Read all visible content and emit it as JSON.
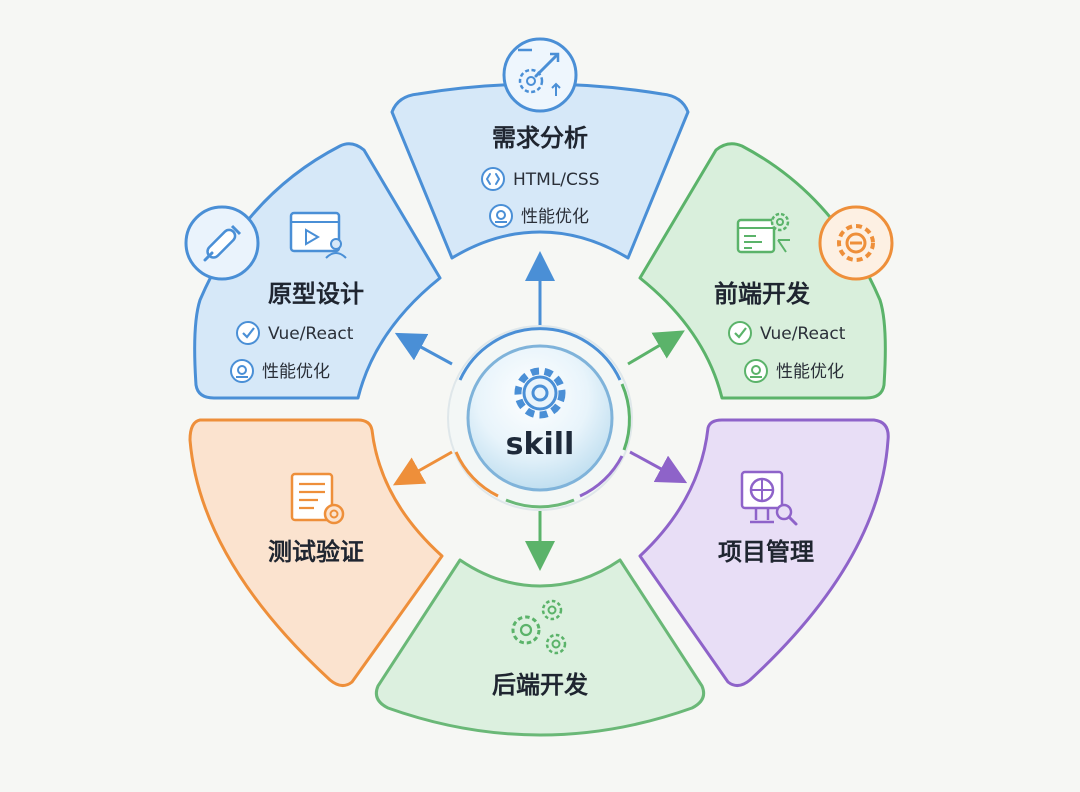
{
  "center": {
    "label": "skill"
  },
  "segments": [
    {
      "id": "requirements",
      "title": "需求分析",
      "items": [
        "HTML/CSS",
        "性能优化"
      ],
      "color": "#4a8fd6",
      "fill": "#d6e8f8"
    },
    {
      "id": "frontend",
      "title": "前端开发",
      "items": [
        "Vue/React",
        "性能优化"
      ],
      "color": "#5bb36a",
      "fill": "#d9efdc"
    },
    {
      "id": "project",
      "title": "项目管理",
      "items": [],
      "color": "#8e63c9",
      "fill": "#e8def6"
    },
    {
      "id": "backend",
      "title": "后端开发",
      "items": [],
      "color": "#6ab877",
      "fill": "#dcf0df"
    },
    {
      "id": "testing",
      "title": "测试验证",
      "items": [],
      "color": "#ee8f3a",
      "fill": "#fbe3cf"
    },
    {
      "id": "prototype",
      "title": "原型设计",
      "items": [
        "Vue/React",
        "性能优化"
      ],
      "color": "#4a8fd6",
      "fill": "#d6e8f8"
    }
  ],
  "colors": {
    "background": "#f6f7f4",
    "blue": "#4a8fd6",
    "green": "#5bb36a",
    "orange": "#ee8f3a",
    "purple": "#8e63c9"
  },
  "icons": [
    "gear-pencil-icon",
    "dropper-icon",
    "browser-user-icon",
    "code-gear-icon",
    "orange-gear-badge-icon",
    "check-icon",
    "gauge-icon",
    "monitor-search-icon",
    "document-gear-icon",
    "gears-icon",
    "center-gear-icon"
  ]
}
